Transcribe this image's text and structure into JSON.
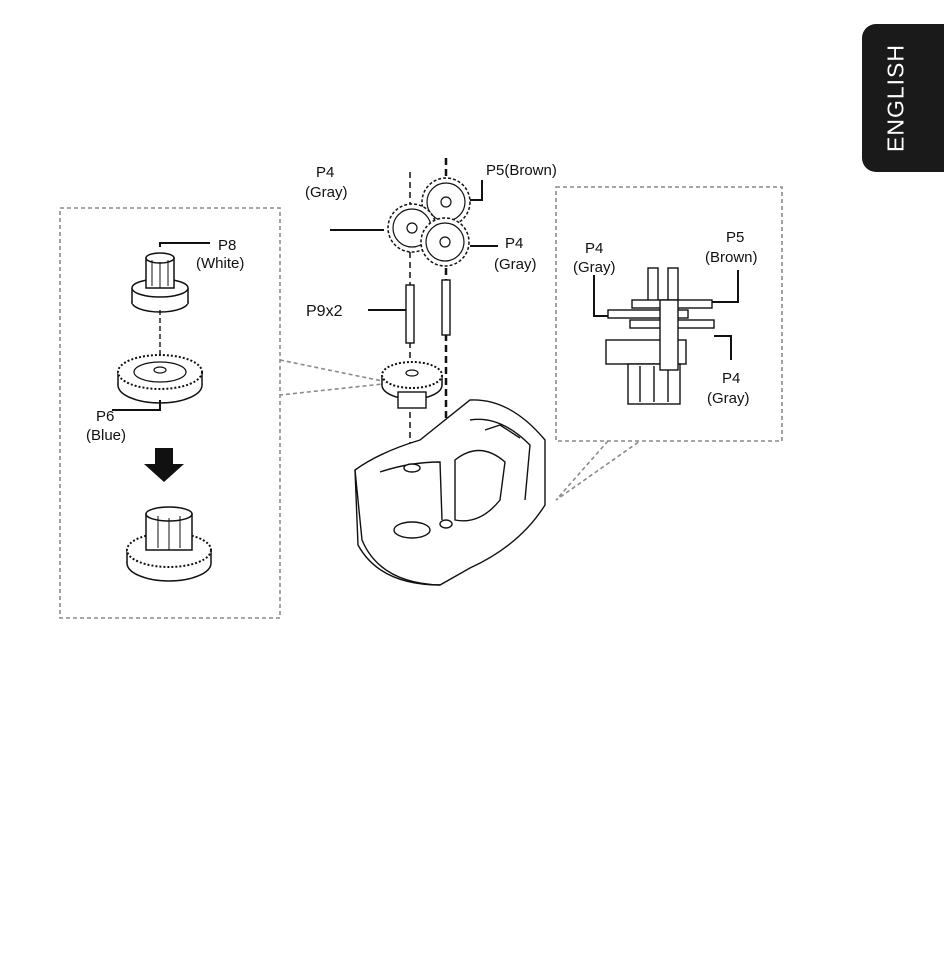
{
  "language_tab": "ENGLISH",
  "labels": {
    "p8_code": "P8",
    "p8_color": "(White)",
    "p6_code": "P6",
    "p6_color": "(Blue)",
    "p4_top_code": "P4",
    "p4_top_color": "(Gray)",
    "p5_top": "P5(Brown)",
    "p4_right_code": "P4",
    "p4_right_color": "(Gray)",
    "p9": "P9x2",
    "side_p4_code": "P4",
    "side_p4_color": "(Gray)",
    "side_p5_code": "P5",
    "side_p5_color": "(Brown)",
    "side_p4b_code": "P4",
    "side_p4b_color": "(Gray)"
  },
  "colors": {
    "tab_bg": "#1a1a1a",
    "tab_text": "#ffffff",
    "ink": "#111111",
    "callout": "#8a8a8a"
  }
}
